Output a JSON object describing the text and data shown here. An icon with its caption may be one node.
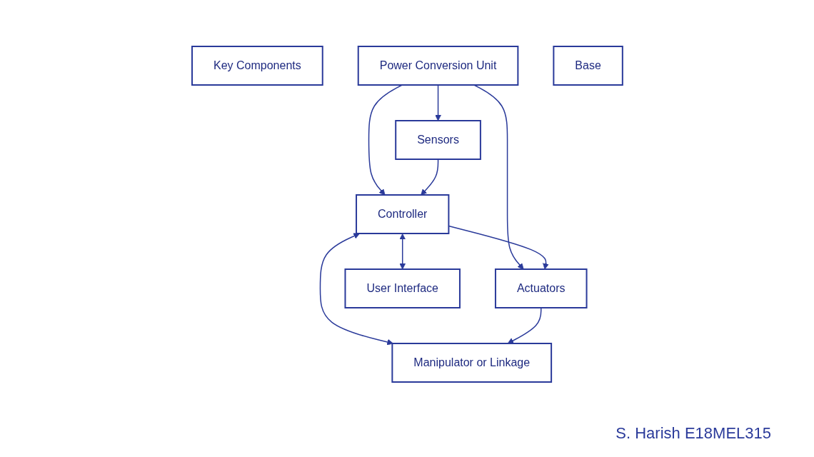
{
  "diagram": {
    "nodes": [
      {
        "text": [
          "Key Components"
        ]
      },
      {
        "text": [
          "Power Conversion Unit"
        ]
      },
      {
        "text": [
          "Sensors"
        ]
      },
      {
        "text": [
          "Controller"
        ]
      },
      {
        "text": [
          "Actuators"
        ]
      },
      {
        "text": [
          "User Interface"
        ]
      },
      {
        "text": [
          "Manipulator or Linkage"
        ]
      },
      {
        "text": [
          "Base"
        ]
      }
    ],
    "edges": [
      {
        "from": 1,
        "to": 2,
        "arrow": "to"
      },
      {
        "from": 1,
        "to": 3,
        "arrow": "to"
      },
      {
        "from": 1,
        "to": 4,
        "arrow": "to"
      },
      {
        "from": 2,
        "to": 3,
        "arrow": "to"
      },
      {
        "from": 3,
        "to": 4,
        "arrow": "to"
      },
      {
        "from": 3,
        "to": 5,
        "arrow": "both"
      },
      {
        "from": 3,
        "to": 6,
        "arrow": "both"
      },
      {
        "from": 4,
        "to": 6,
        "arrow": "to"
      }
    ],
    "labels": [
      "S. Harish E18MEL315"
    ]
  }
}
